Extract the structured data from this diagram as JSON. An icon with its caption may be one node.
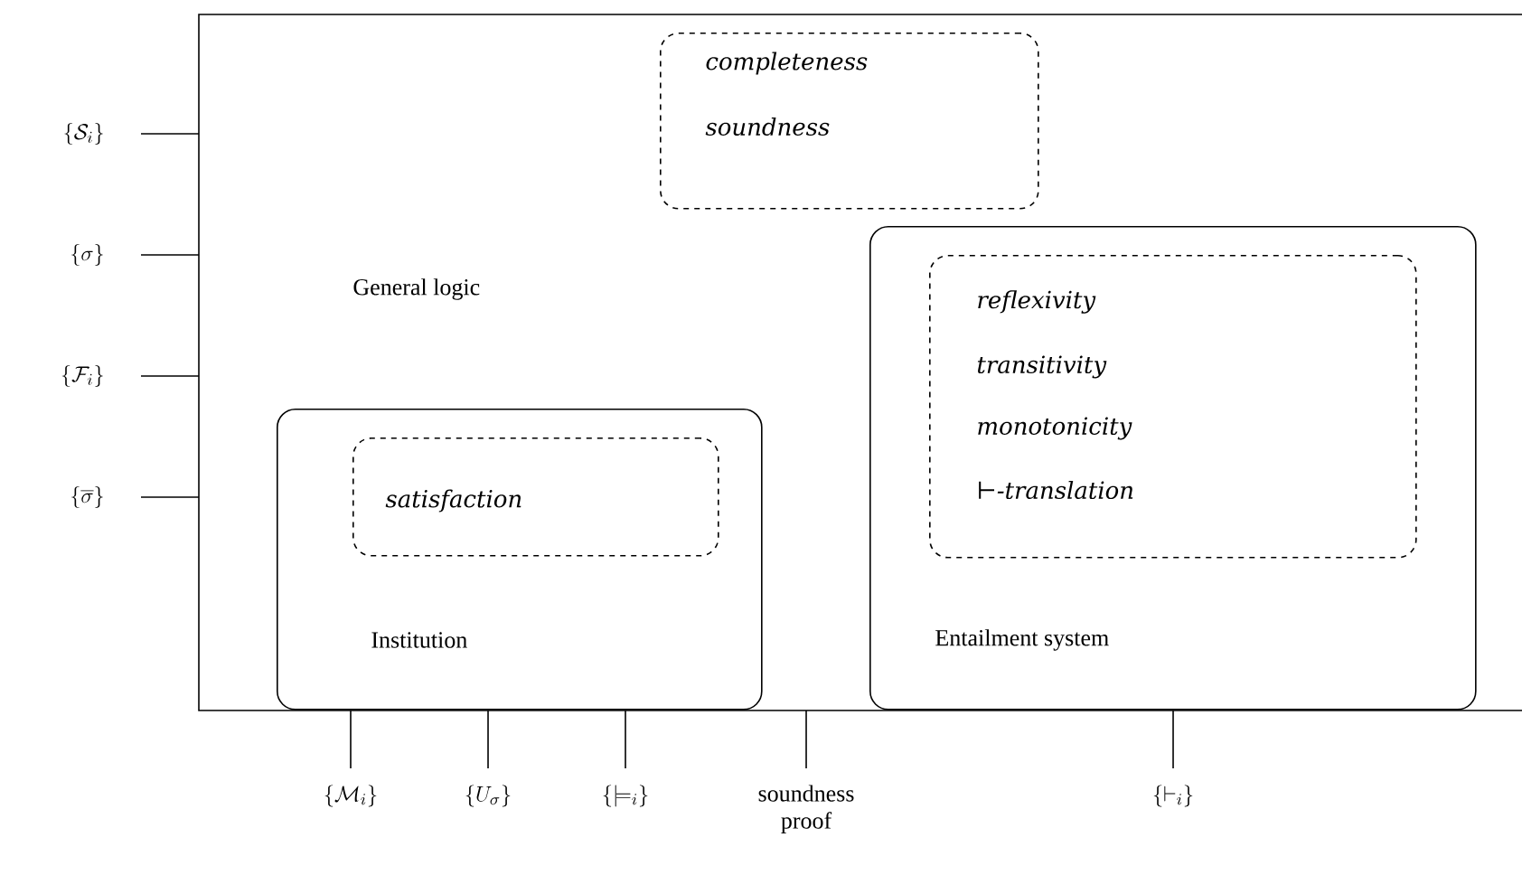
{
  "diagram": {
    "nodes": [
      {
        "text": [
          "General logic"
        ]
      },
      {
        "text": [
          "completeness",
          "soundness"
        ],
        "in": 0
      },
      {
        "text": [
          "Institution"
        ],
        "in": 0
      },
      {
        "text": [
          "satisfaction"
        ],
        "in": 2
      },
      {
        "text": [
          "Entailment system"
        ],
        "in": 0
      },
      {
        "text": [
          "reflexivity",
          "transitivity",
          "monotonicity",
          "⊢-translation"
        ],
        "in": 4
      }
    ],
    "labels": [
      "\\{\\mathcal{S}_i\\}",
      "\\{\\sigma\\}",
      "\\{\\mathcal{F}_i\\}",
      "\\{\\overline{\\sigma}\\}",
      "\\{\\mathcal{M}_i\\}",
      "\\{U_\\sigma\\}",
      "\\{\\models_i\\}",
      "soundness proof",
      "\\{\\vdash_i\\}"
    ]
  }
}
